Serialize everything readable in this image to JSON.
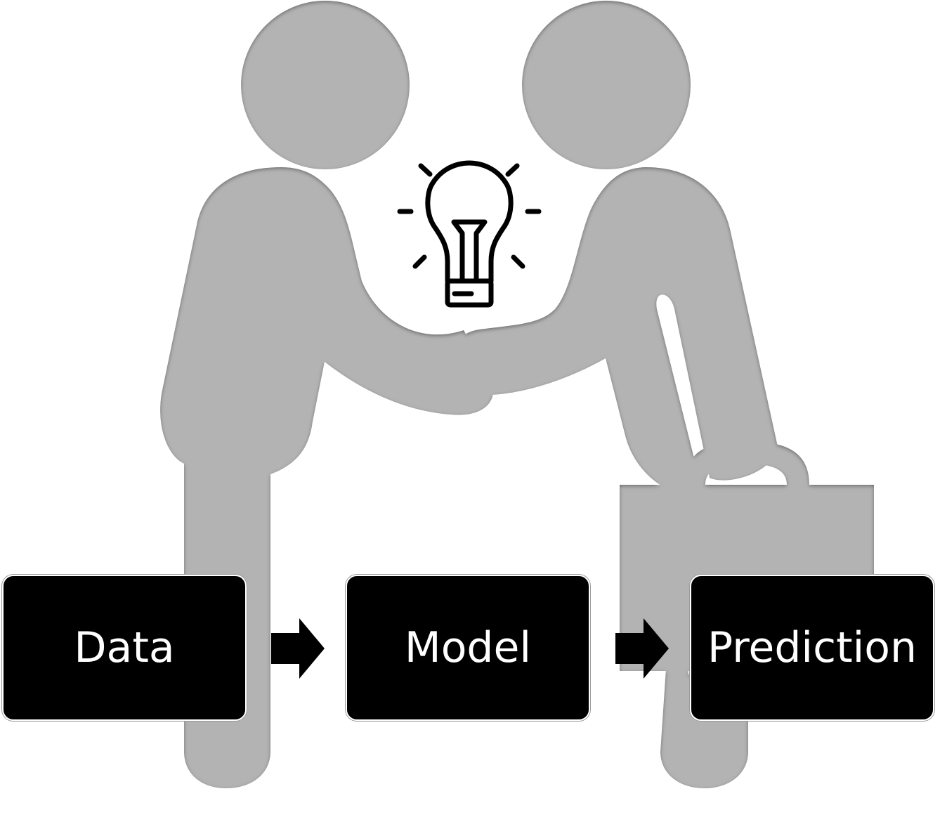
{
  "illustration": {
    "icons": [
      "two-people-handshake-icon",
      "lightbulb-icon",
      "briefcase-icon"
    ],
    "figure_color": "#b3b3b3"
  },
  "flow": {
    "steps": [
      {
        "label": "Data"
      },
      {
        "label": "Model"
      },
      {
        "label": "Prediction"
      }
    ],
    "box_color": "#000000",
    "text_color": "#ffffff"
  }
}
